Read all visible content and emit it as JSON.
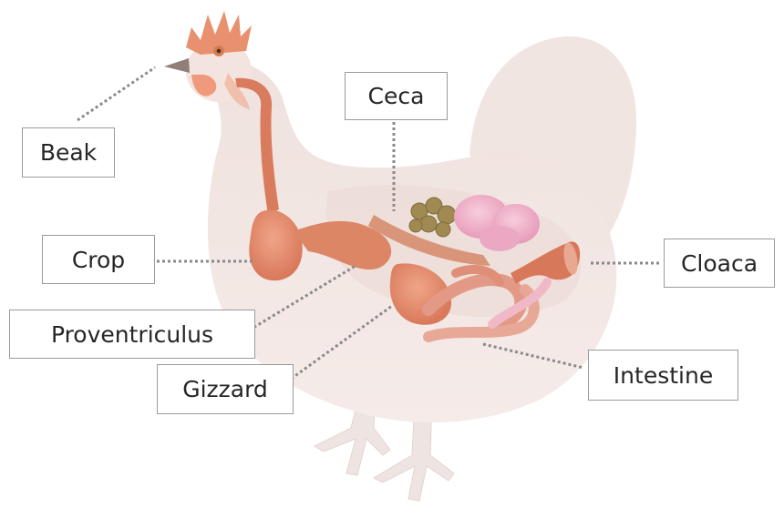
{
  "labels": {
    "beak": "Beak",
    "ceca": "Ceca",
    "crop": "Crop",
    "proventriculus": "Proventriculus",
    "gizzard": "Gizzard",
    "cloaca": "Cloaca",
    "intestine": "Intestine"
  },
  "colors": {
    "body": "#f2e6e3",
    "comb": "#e9906e",
    "digestive_tract": "#e08e6f",
    "ceca_cluster": "#a08a52",
    "intestine_pink": "#efb4cc",
    "leader_line": "#8a8a8a"
  }
}
